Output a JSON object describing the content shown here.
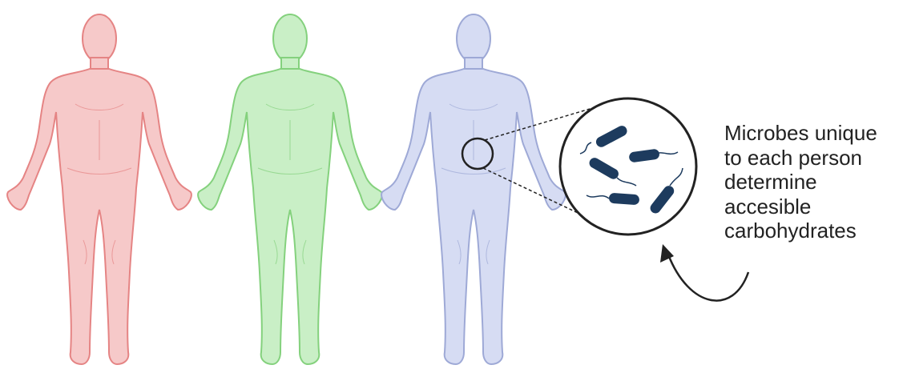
{
  "figures": [
    {
      "name": "person-red",
      "fill": "#f6c9c9",
      "stroke": "#e58484"
    },
    {
      "name": "person-green",
      "fill": "#c9efc6",
      "stroke": "#84d17d"
    },
    {
      "name": "person-blue",
      "fill": "#d6dcf3",
      "stroke": "#9ea9d6"
    }
  ],
  "magnifier": {
    "stroke": "#222222",
    "microbe_color": "#1d3b5e",
    "microbe_count": 5
  },
  "caption": {
    "lines": [
      "Microbes unique",
      "to each person",
      "determine",
      "accesible",
      "carbohydrates"
    ],
    "color": "#222222"
  }
}
